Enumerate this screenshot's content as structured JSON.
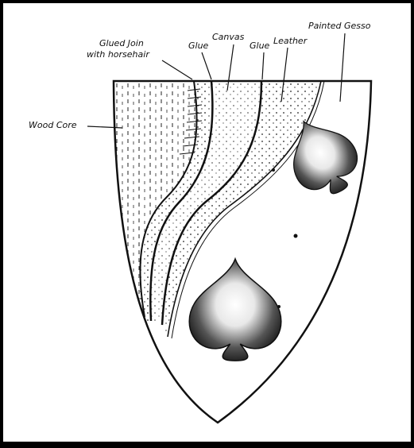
{
  "diagram": {
    "labels": {
      "glued_join_line1": "Glued Join",
      "glued_join_line2": "with horsehair",
      "glue_left": "Glue",
      "canvas": "Canvas",
      "glue_right": "Glue",
      "leather": "Leather",
      "painted_gesso": "Painted Gesso",
      "wood_core": "Wood Core"
    },
    "colors": {
      "ink": "#111111",
      "paper": "#ffffff",
      "border": "#000000"
    },
    "emblem": "spade-heart charge (two shown)"
  }
}
